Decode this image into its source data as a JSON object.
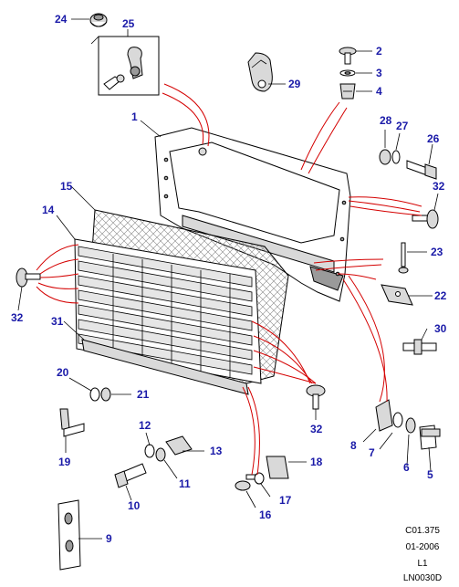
{
  "callouts": {
    "n1": "1",
    "n2": "2",
    "n3": "3",
    "n4": "4",
    "n5": "5",
    "n6": "6",
    "n7": "7",
    "n8": "8",
    "n9": "9",
    "n10": "10",
    "n11": "11",
    "n12": "12",
    "n13": "13",
    "n14": "14",
    "n15": "15",
    "n16": "16",
    "n17": "17",
    "n18": "18",
    "n19": "19",
    "n20": "20",
    "n21": "21",
    "n22": "22",
    "n23": "23",
    "n24": "24",
    "n25": "25",
    "n26": "26",
    "n27": "27",
    "n28": "28",
    "n29": "29",
    "n30": "30",
    "n31": "31",
    "n32a": "32",
    "n32b": "32",
    "n32c": "32"
  },
  "footer": {
    "code": "C01.375",
    "date": "01-2006",
    "level": "L1",
    "ref": "LN0030D"
  },
  "colors": {
    "callout": "#1a1aa8",
    "fitting_lines": "#d40000"
  }
}
